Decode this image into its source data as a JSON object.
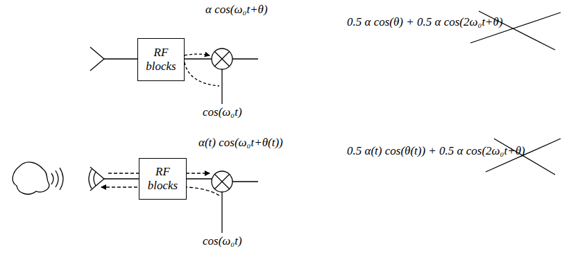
{
  "diagram": {
    "nodes": [
      {
        "text": [
          "RF blocks"
        ]
      },
      {
        "text": [
          "RF blocks"
        ]
      }
    ],
    "labels": [
      "α cos(ω₀t+θ)",
      "0.5 α cos(θ) + 0.5 α cos(2ω₀t+θ)",
      "cos(ω₀t)",
      "α(t) cos(ω₀t+θ(t))",
      "0.5 α(t) cos(θ(t)) + 0.5 α cos(2ω₀t+θ)",
      "cos(ω₀t)"
    ]
  }
}
